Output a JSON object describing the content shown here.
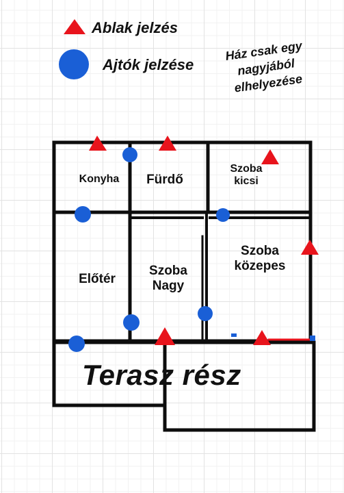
{
  "legend": {
    "window_label": "Ablak jelzés",
    "door_label": "Ajtók jelzése",
    "window_color": "#e8141c",
    "door_color": "#1a5fd6"
  },
  "note": {
    "line1": "Ház csak egy",
    "line2": "nagyjából",
    "line3": "elhelyezése"
  },
  "rooms": {
    "konyha": "Konyha",
    "furdo": "Fürdő",
    "szoba_kicsi_1": "Szoba",
    "szoba_kicsi_2": "kicsi",
    "eloter": "Előtér",
    "szoba_nagy_1": "Szoba",
    "szoba_nagy_2": "Nagy",
    "szoba_kozepes_1": "Szoba",
    "szoba_kozepes_2": "közepes"
  },
  "terrace_label": "Terasz rész",
  "colors": {
    "wall": "#0d0d0d",
    "window": "#e8141c",
    "door": "#1a5fd6"
  }
}
